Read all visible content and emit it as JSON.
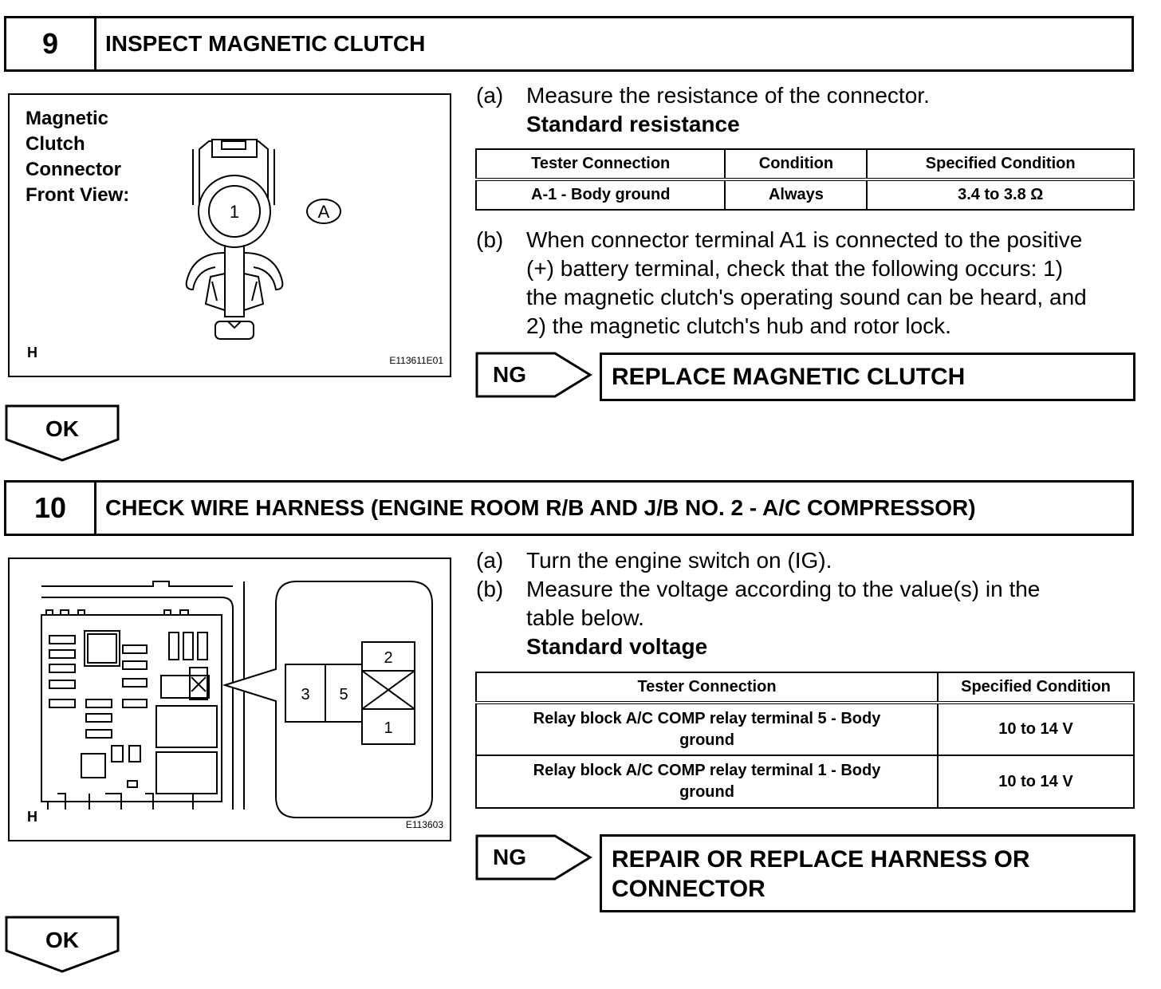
{
  "steps": [
    {
      "number": "9",
      "title": "INSPECT MAGNETIC CLUTCH",
      "figure": {
        "caption": [
          "Magnetic",
          "Clutch",
          "Connector",
          "Front View:"
        ],
        "terminal_label": "1",
        "connector_label": "A",
        "corner_label": "H",
        "code": "E113611E01"
      },
      "instructions": [
        {
          "label": "(a)",
          "text": "Measure the resistance of the connector."
        },
        {
          "label": "(b)",
          "lines": [
            "When connector terminal A1 is connected to the positive",
            "(+) battery terminal, check that the following occurs: 1)",
            "the magnetic clutch's operating sound can be heard, and",
            "2) the magnetic clutch's hub and rotor lock."
          ]
        }
      ],
      "table_title": "Standard resistance",
      "table": {
        "headers": [
          "Tester Connection",
          "Condition",
          "Specified Condition"
        ],
        "rows": [
          [
            "A-1 - Body ground",
            "Always",
            "3.4 to 3.8 Ω"
          ]
        ]
      },
      "ng": {
        "tag": "NG",
        "result_lines": [
          "REPLACE MAGNETIC CLUTCH"
        ]
      },
      "ok": "OK"
    },
    {
      "number": "10",
      "title": "CHECK WIRE HARNESS (ENGINE ROOM R/B AND J/B NO. 2 - A/C COMPRESSOR)",
      "figure": {
        "relay_terminals": [
          "3",
          "5",
          "2",
          "1"
        ],
        "corner_label": "H",
        "code": "E113603"
      },
      "instructions": [
        {
          "label": "(a)",
          "text": "Turn the engine switch on (IG)."
        },
        {
          "label": "(b)",
          "lines": [
            "Measure the voltage according to the value(s) in the",
            "table below."
          ]
        }
      ],
      "table_title": "Standard voltage",
      "table": {
        "headers": [
          "Tester Connection",
          "Specified Condition"
        ],
        "rows": [
          [
            [
              "Relay block A/C COMP relay terminal 5 - Body",
              "ground"
            ],
            "10 to 14 V"
          ],
          [
            [
              "Relay block A/C COMP relay terminal 1 - Body",
              "ground"
            ],
            "10 to 14 V"
          ]
        ]
      },
      "ng": {
        "tag": "NG",
        "result_lines": [
          "REPAIR OR REPLACE HARNESS OR",
          "CONNECTOR"
        ]
      },
      "ok": "OK"
    }
  ]
}
